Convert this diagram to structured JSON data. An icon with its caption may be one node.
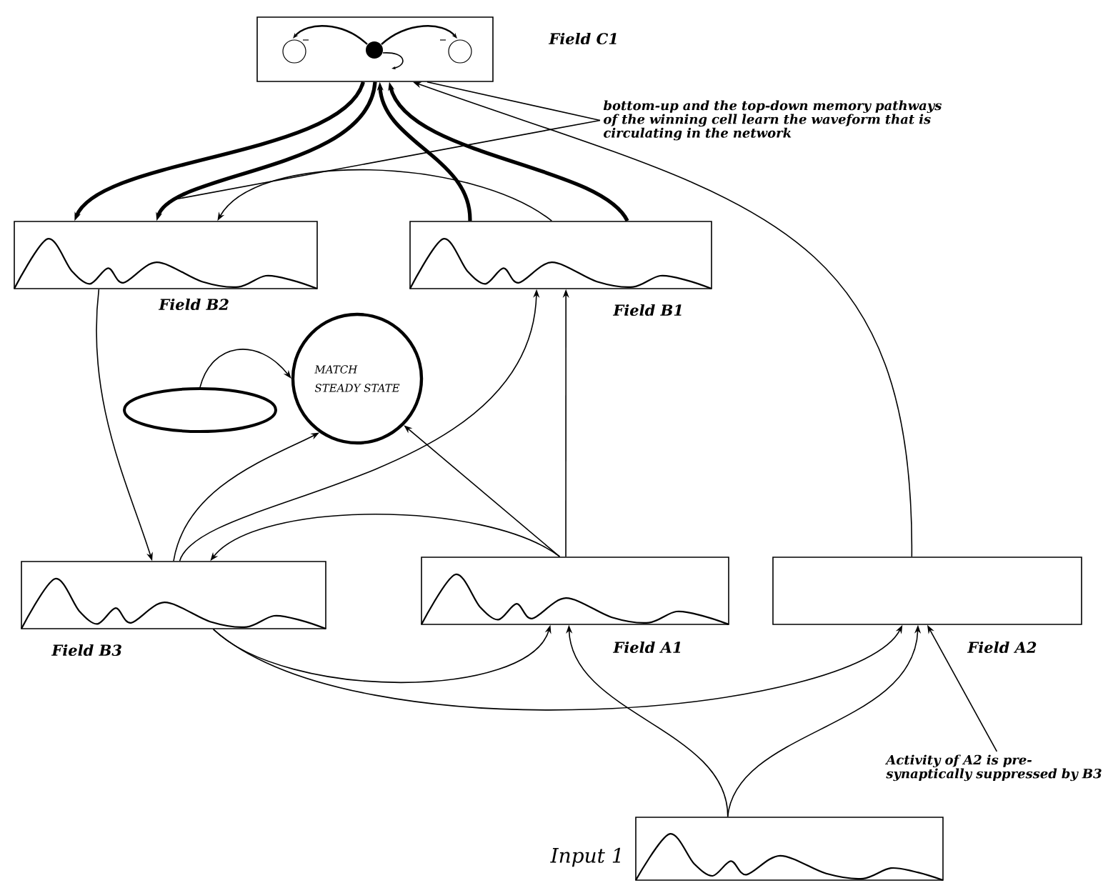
{
  "diagram": {
    "nodes": [
      {
        "text": [
          "Field C1"
        ]
      },
      {
        "text": [
          "Field B2"
        ]
      },
      {
        "text": [
          "Field B1"
        ]
      },
      {
        "text": [
          "MATCH",
          "STEADY STATE"
        ]
      },
      {
        "text": [],
        "shape": "ellipse"
      },
      {
        "text": [
          "Field B3"
        ]
      },
      {
        "text": [
          "Field A1"
        ]
      },
      {
        "text": [
          "Field A2"
        ]
      },
      {
        "text": [
          "Input 1"
        ]
      },
      {
        "text": [
          "bottom-up and the top-down memory pathways of the winning cell learn the waveform that is circulating in the network"
        ]
      },
      {
        "text": [
          "Activity of A2 is pre-synaptically suppressed by B3"
        ]
      }
    ],
    "edges": [
      {
        "from": 0,
        "to": 1,
        "arrow": "to",
        "style": "thick"
      },
      {
        "from": 0,
        "to": 1,
        "arrow": "to",
        "style": "thick"
      },
      {
        "from": 2,
        "to": 1,
        "arrow": "to"
      },
      {
        "from": 2,
        "to": 0,
        "arrow": "to",
        "style": "thick"
      },
      {
        "from": 2,
        "to": 0,
        "arrow": "to",
        "style": "thick"
      },
      {
        "from": 7,
        "to": 0,
        "arrow": "to"
      },
      {
        "from": 1,
        "to": 5,
        "arrow": "to"
      },
      {
        "from": 5,
        "to": 3,
        "arrow": "to"
      },
      {
        "from": 5,
        "to": 2,
        "arrow": "to"
      },
      {
        "from": 6,
        "to": 5,
        "arrow": "to"
      },
      {
        "from": 6,
        "to": 3,
        "arrow": "to"
      },
      {
        "from": 6,
        "to": 2,
        "arrow": "to"
      },
      {
        "from": 4,
        "to": 3,
        "arrow": "to"
      },
      {
        "from": 5,
        "to": 6,
        "arrow": "to"
      },
      {
        "from": 5,
        "to": 7,
        "arrow": "to"
      },
      {
        "from": 8,
        "to": 6,
        "arrow": "to"
      },
      {
        "from": 8,
        "to": 7,
        "arrow": "to"
      },
      {
        "from": 9,
        "to": 0,
        "arrow": "none"
      },
      {
        "from": 9,
        "to": null,
        "arrow": "none"
      },
      {
        "from": 10,
        "to": 7,
        "arrow": "to"
      }
    ]
  }
}
